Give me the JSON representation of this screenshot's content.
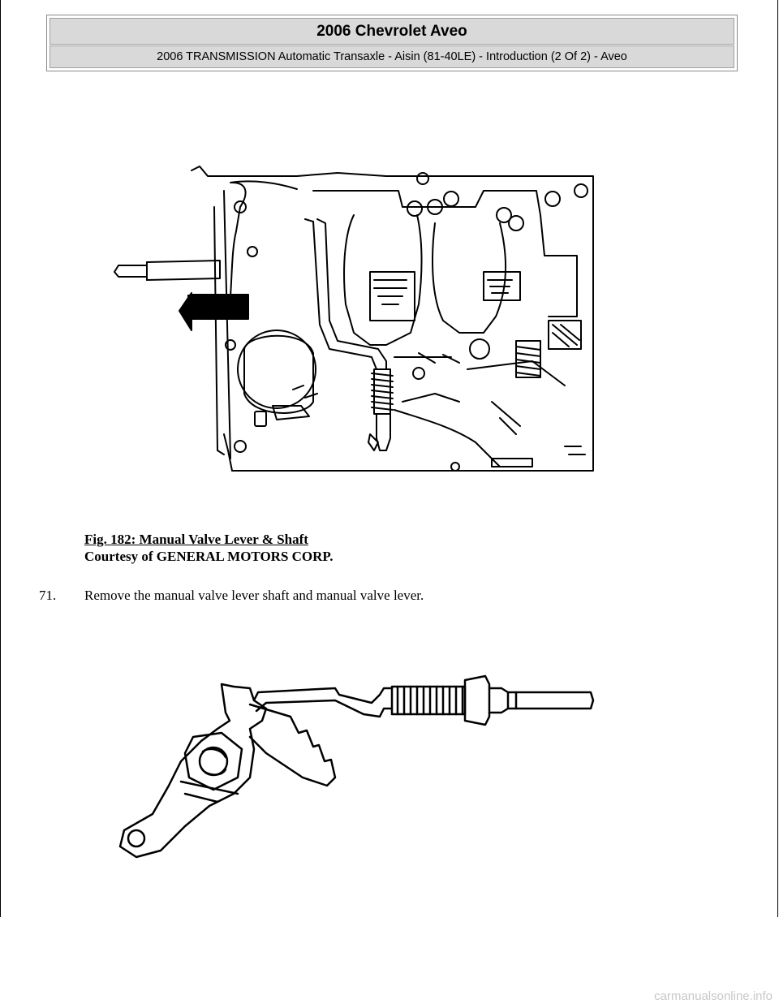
{
  "header": {
    "title": "2006 Chevrolet Aveo",
    "subtitle": "2006 TRANSMISSION Automatic Transaxle - Aisin (81-40LE) - Introduction (2 Of 2) - Aveo"
  },
  "figure_182": {
    "caption_title": "Fig. 182: Manual Valve Lever & Shaft",
    "caption_credit": "Courtesy of GENERAL MOTORS CORP."
  },
  "steps": [
    {
      "number": "71.",
      "text": "Remove the manual valve lever shaft and manual valve lever."
    }
  ],
  "footer": {
    "watermark": "carmanualsonline.info"
  }
}
